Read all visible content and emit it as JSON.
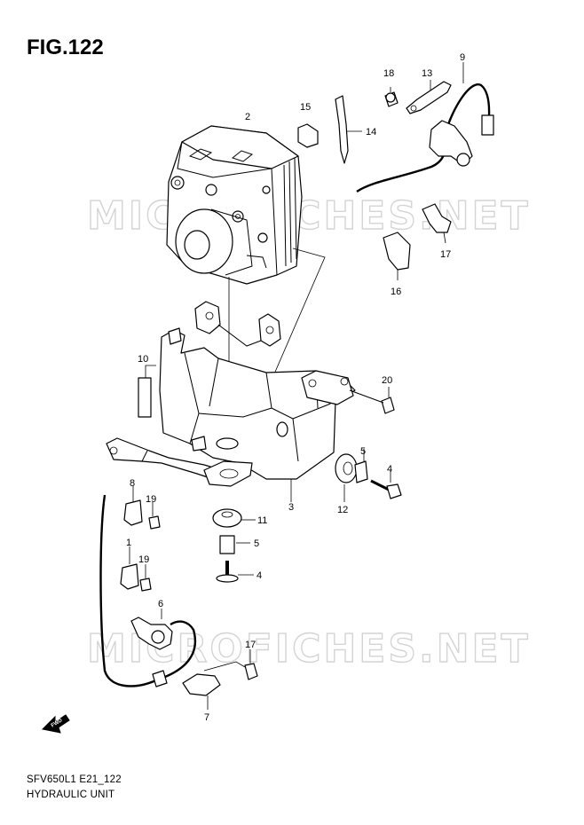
{
  "figure": {
    "title": "FIG.122",
    "footer_code": "SFV650L1 E21_122",
    "footer_title": "HYDRAULIC UNIT",
    "watermark": "MICROFICHES.NET",
    "fwd_label": "FWD"
  },
  "callouts": [
    "2",
    "18",
    "13",
    "9",
    "15",
    "14",
    "17",
    "16",
    "10",
    "20",
    "5",
    "4",
    "3",
    "12",
    "8",
    "19",
    "11",
    "5",
    "1",
    "19",
    "4",
    "6",
    "17",
    "7"
  ]
}
